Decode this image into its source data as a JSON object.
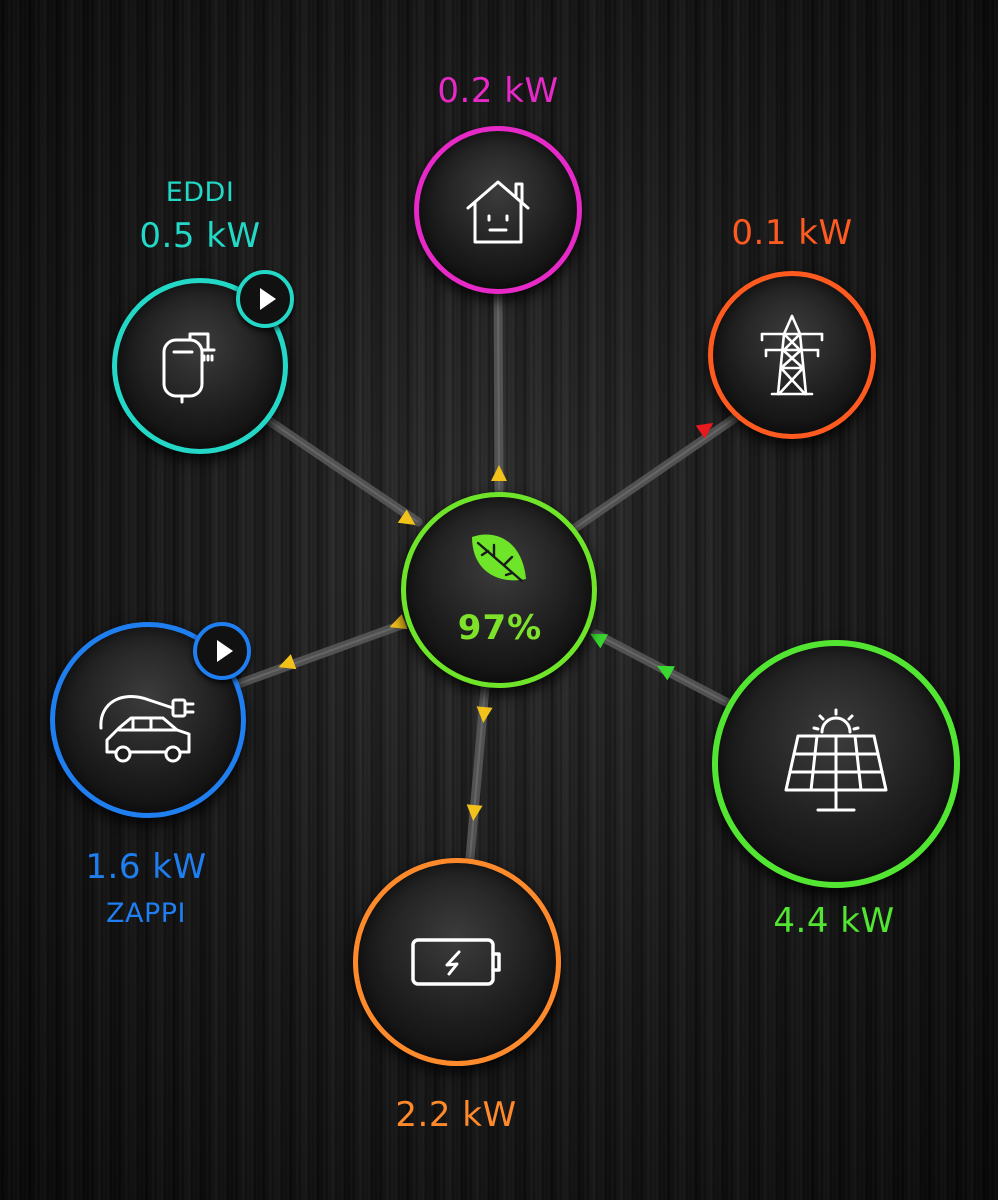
{
  "colors": {
    "house": "#e629c7",
    "grid": "#ff5a1f",
    "eddi": "#23d8c6",
    "center": "#6fe52a",
    "zappi": "#1f7ef0",
    "solar": "#52e531",
    "battery": "#ff8a2c",
    "arrow_yellow": "#f2c21a",
    "arrow_red": "#e8191f",
    "arrow_green": "#39d831"
  },
  "house": {
    "power": "0.2 kW",
    "icon": "house-icon"
  },
  "grid": {
    "power": "0.1 kW",
    "icon": "pylon-icon"
  },
  "eddi": {
    "name": "EDDI",
    "power": "0.5 kW",
    "icon": "water-heater-icon"
  },
  "zappi": {
    "name": "ZAPPI",
    "power": "1.6 kW",
    "icon": "ev-car-charger-icon"
  },
  "solar": {
    "power": "4.4 kW",
    "icon": "solar-panel-icon"
  },
  "battery": {
    "power": "2.2 kW",
    "icon": "battery-icon"
  },
  "center": {
    "percent": "97%",
    "icon": "leaf-icon"
  }
}
